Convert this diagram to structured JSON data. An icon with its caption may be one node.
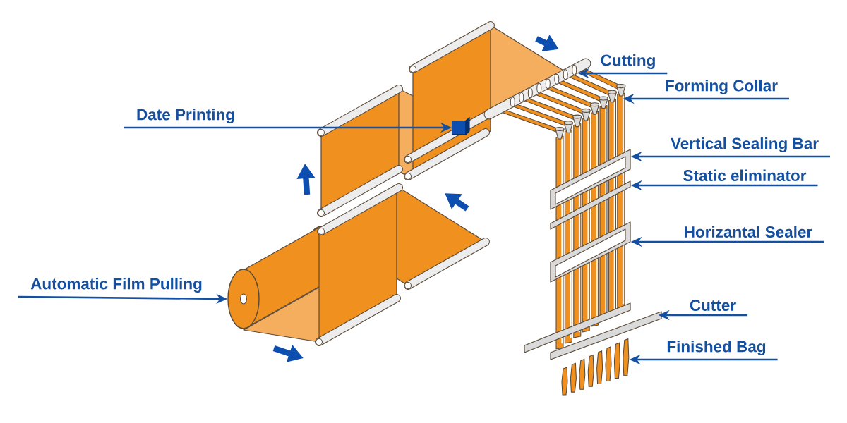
{
  "diagram": {
    "nodes": [
      {
        "text": [
          "Cutting"
        ]
      },
      {
        "text": [
          "Forming Collar"
        ]
      },
      {
        "text": [
          "Vertical Sealing Bar"
        ]
      },
      {
        "text": [
          "Static eliminator"
        ]
      },
      {
        "text": [
          "Horizantal Sealer"
        ]
      },
      {
        "text": [
          "Cutter"
        ]
      },
      {
        "text": [
          "Finished Bag"
        ]
      },
      {
        "text": [
          "Date Printing"
        ]
      },
      {
        "text": [
          "Automatic Film Pulling"
        ]
      },
      {
        "text": [],
        "shape": "box"
      },
      {
        "text": [],
        "shape": "cylinder"
      },
      {
        "text": [],
        "shape": "cylinder"
      },
      {
        "text": [],
        "shape": "funnel"
      },
      {
        "text": [],
        "shape": "bar"
      },
      {
        "text": [],
        "shape": "bar"
      },
      {
        "text": [],
        "shape": "bar"
      },
      {
        "text": [],
        "shape": "bar"
      },
      {
        "text": [],
        "shape": "bag"
      }
    ],
    "edges": [
      {
        "from": 0,
        "to": 11,
        "arrow": "to"
      },
      {
        "from": 1,
        "to": 12,
        "arrow": "to"
      },
      {
        "from": 2,
        "to": 13,
        "arrow": "to"
      },
      {
        "from": 3,
        "to": 14,
        "arrow": "to"
      },
      {
        "from": 4,
        "to": 15,
        "arrow": "to"
      },
      {
        "from": 5,
        "to": 16,
        "arrow": "to"
      },
      {
        "from": 6,
        "to": 17,
        "arrow": "to"
      },
      {
        "from": 7,
        "to": 9,
        "arrow": "to"
      },
      {
        "from": 8,
        "to": 10,
        "arrow": "to"
      }
    ]
  }
}
